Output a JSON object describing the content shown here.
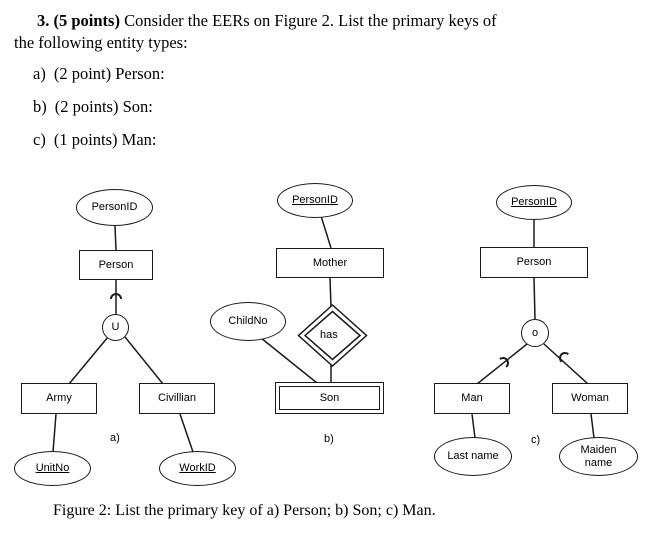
{
  "question": {
    "number_bold": "3. (5 points)",
    "intro_line1": "Consider the EERs on Figure 2. List the primary keys of",
    "intro_line2": "the following entity types:",
    "items": [
      {
        "label": "a)",
        "text": "(2 point) Person:"
      },
      {
        "label": "b)",
        "text": "(2 points) Son:"
      },
      {
        "label": "c)",
        "text": "(1 points) Man:"
      }
    ]
  },
  "caption": "Figure 2: List the primary key of a) Person; b) Son; c) Man.",
  "diagrams": {
    "a": {
      "label": "a)",
      "attribute_personid": "PersonID",
      "entity_person": "Person",
      "circle_symbol": "U",
      "entity_army": "Army",
      "entity_civillian": "Civillian",
      "attribute_unitno": "UnitNo",
      "attribute_workid": "WorkID"
    },
    "b": {
      "label": "b)",
      "attribute_personid": "PersonID",
      "entity_mother": "Mother",
      "relationship_has": "has",
      "attribute_childno": "ChildNo",
      "entity_son": "Son"
    },
    "c": {
      "label": "c)",
      "attribute_personid": "PersonID",
      "entity_person": "Person",
      "circle_symbol": "o",
      "entity_man": "Man",
      "entity_woman": "Woman",
      "attribute_lastname": "Last name",
      "attribute_maidenname": "Maiden name"
    }
  },
  "colors": {
    "line": "#1a1a1a",
    "background": "#ffffff",
    "text": "#000000"
  }
}
